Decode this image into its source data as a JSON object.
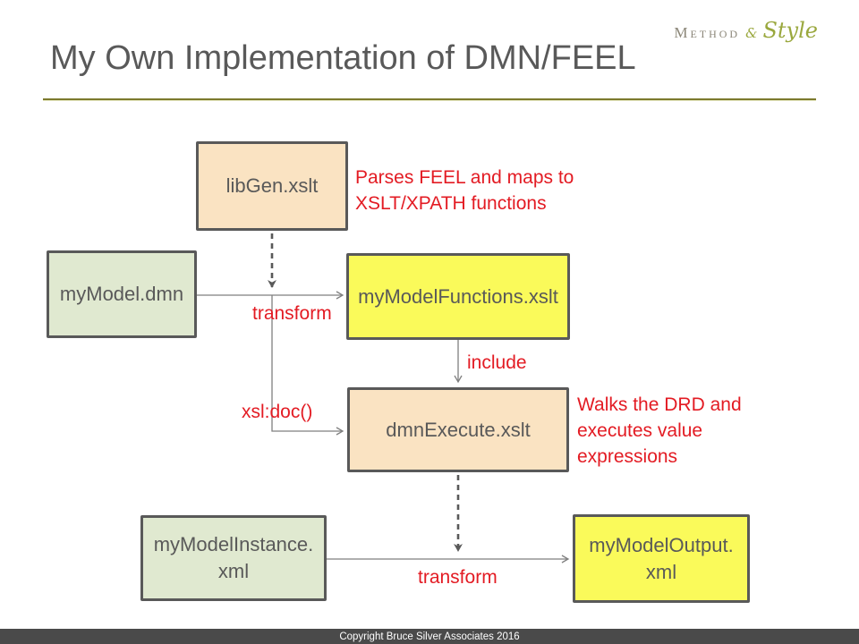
{
  "header": {
    "title": "My Own Implementation of DMN/FEEL",
    "logo": {
      "method": "Method",
      "ampersand": "&",
      "style_word": "Style"
    }
  },
  "diagram": {
    "nodes": [
      {
        "id": "libgen",
        "label": "libGen.xslt",
        "fill": "#FAE3C2"
      },
      {
        "id": "mymodel-dmn",
        "label": "myModel.dmn",
        "fill": "#E0E9D0"
      },
      {
        "id": "mymodel-functions",
        "label": "myModelFunctions.xslt",
        "fill": "#FAFA5A"
      },
      {
        "id": "dmn-execute",
        "label": "dmnExecute.xslt",
        "fill": "#FAE3C2"
      },
      {
        "id": "mymodel-instance",
        "label": "myModelInstance.\nxml",
        "fill": "#E0E9D0"
      },
      {
        "id": "mymodel-output",
        "label": "myModelOutput.\nxml",
        "fill": "#FAFA5A"
      }
    ],
    "annotations": [
      {
        "id": "parses-note",
        "text": "Parses FEEL and maps to\nXSLT/XPATH functions"
      },
      {
        "id": "transform-top",
        "text": "transform"
      },
      {
        "id": "include",
        "text": "include"
      },
      {
        "id": "xsl-doc",
        "text": "xsl:doc()"
      },
      {
        "id": "walks-note",
        "text": "Walks the DRD and\nexecutes value\nexpressions"
      },
      {
        "id": "transform-bottom",
        "text": "transform"
      }
    ],
    "annotation_color": "#E31B23",
    "node_border_color": "#595959",
    "connector_color": "#7F7F7F",
    "dashed_connector_color": "#595959"
  },
  "footer": {
    "copyright": "Copyright Bruce Silver Associates 2016",
    "bar_color": "#4A4A4A"
  },
  "theme": {
    "title_color": "#595959",
    "accent_olive": "#7C792D",
    "logo_gray": "#8B8678",
    "logo_green": "#9AA83E"
  }
}
